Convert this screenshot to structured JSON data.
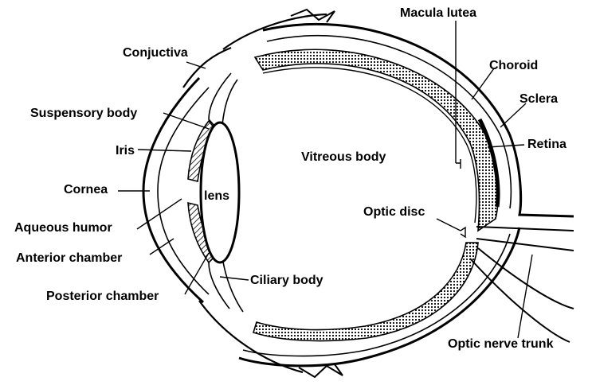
{
  "labels": {
    "macula_lutea": "Macula lutea",
    "conjuctiva": "Conjuctiva",
    "choroid": "Choroid",
    "sclera": "Sclera",
    "suspensory_body": "Suspensory body",
    "retina": "Retina",
    "iris": "Iris",
    "vitreous_body": "Vitreous body",
    "cornea": "Cornea",
    "lens": "lens",
    "aqueous_humor": "Aqueous humor",
    "optic_disc": "Optic disc",
    "anterior_chamber": "Anterior chamber",
    "ciliary_body": "Ciliary body",
    "posterior_chamber": "Posterior chamber",
    "optic_nerve_trunk": "Optic nerve trunk"
  }
}
